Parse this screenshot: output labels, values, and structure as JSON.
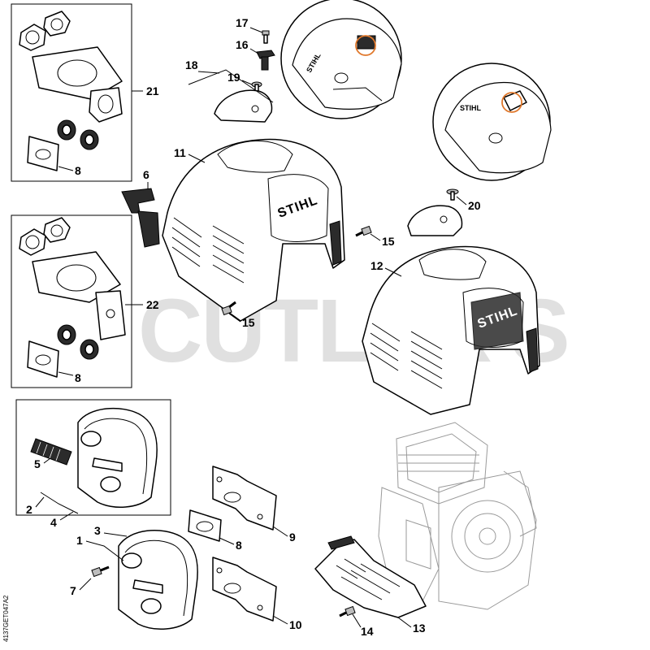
{
  "watermark": "CUTLER'S",
  "brand": "STIHL",
  "drawing_code": "4137GET047A2",
  "accent_color": "#e0782c",
  "labels": {
    "l17": "17",
    "l16": "16",
    "l18": "18",
    "l19": "19",
    "l21": "21",
    "l8a": "8",
    "l11": "11",
    "l6": "6",
    "l20": "20",
    "l15a": "15",
    "l12": "12",
    "l22": "22",
    "l15b": "15",
    "l8b": "8",
    "l5": "5",
    "l2": "2",
    "l4": "4",
    "l9": "9",
    "l1": "1",
    "l3": "3",
    "l8c": "8",
    "l7": "7",
    "l10": "10",
    "l14": "14",
    "l13": "13"
  }
}
